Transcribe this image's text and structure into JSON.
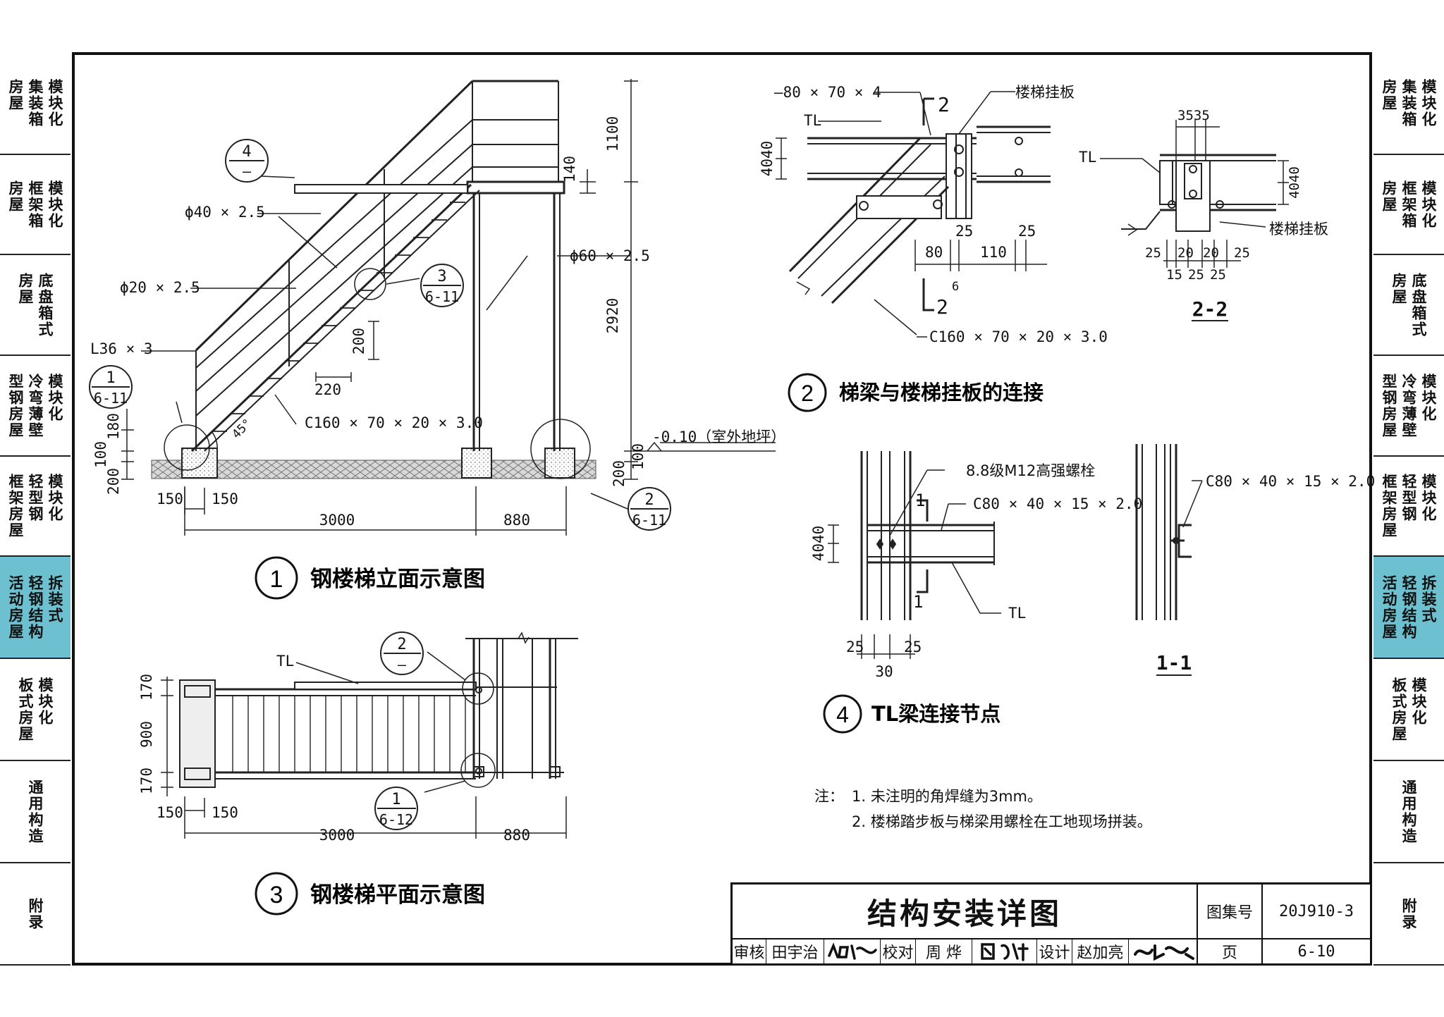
{
  "side_tabs": {
    "items": [
      {
        "lines": [
          "模块化",
          "集装箱",
          "房屋"
        ],
        "active": false
      },
      {
        "lines": [
          "模块化",
          "框架箱",
          "房屋"
        ],
        "active": false
      },
      {
        "lines": [
          "底盘箱式",
          "房屋"
        ],
        "active": false
      },
      {
        "lines": [
          "模块化",
          "冷弯薄壁",
          "型钢房屋"
        ],
        "active": false
      },
      {
        "lines": [
          "模块化",
          "轻型钢",
          "框架房屋"
        ],
        "active": false
      },
      {
        "lines": [
          "拆装式",
          "轻钢结构",
          "活动房屋"
        ],
        "active": true
      },
      {
        "lines": [
          "模块化",
          "板式房屋"
        ],
        "active": false
      },
      {
        "lines": [
          "通用构造"
        ],
        "active": false
      },
      {
        "lines": [
          "附录"
        ],
        "active": false
      }
    ],
    "active_color": "#6cc0cf"
  },
  "fig1": {
    "num": "1",
    "title": "钢楼梯立面示意图",
    "dim_1100": "1100",
    "dim_140": "140",
    "dim_2920": "2920",
    "dim_100": "100",
    "dim_200": "200",
    "dim_180": "180",
    "dim_150a": "150",
    "dim_150b": "150",
    "dim_3000": "3000",
    "dim_880": "880",
    "dim_200s": "200",
    "dim_220": "220",
    "angle": "45°",
    "level": "-0.10（室外地坪）",
    "lbl_phi40": "ϕ40 × 2.5",
    "lbl_phi20": "ϕ20 × 2.5",
    "lbl_phi60": "ϕ60 × 2.5",
    "lbl_L36": "L36 × 3",
    "lbl_C160": "C160 × 70 × 20 × 3.0",
    "ref4_top": "4",
    "ref4_bot": "—",
    "ref3_top": "3",
    "ref3_bot": "6-11",
    "ref1_top": "1",
    "ref1_bot": "6-11",
    "ref2_top": "2",
    "ref2_bot": "6-11"
  },
  "fig2": {
    "num": "2",
    "title": "梯梁与楼梯挂板的连接",
    "lbl_plate": "—80 × 70 × 4",
    "lbl_hanger": "楼梯挂板",
    "lbl_TL": "TL",
    "sec_top": "2",
    "sec_bot": "2",
    "sec_bot_sup": "6",
    "dim_4040": "4040",
    "dim_25a": "25",
    "dim_25b": "25",
    "dim_80": "80",
    "dim_110": "110",
    "lbl_C160": "C160 × 70 × 20 × 3.0"
  },
  "sec22": {
    "title": "2-2",
    "dim_3535": "3535",
    "dim_4040": "4040",
    "lbl_TL": "TL",
    "lbl_hanger": "楼梯挂板",
    "dims_row1": [
      "25",
      "20",
      "20",
      "25"
    ],
    "dims_row2": [
      "15",
      "25",
      "25"
    ]
  },
  "fig3": {
    "num": "3",
    "title": "钢楼梯平面示意图",
    "lbl_TL": "TL",
    "dim_170a": "170",
    "dim_900": "900",
    "dim_170b": "170",
    "dim_150a": "150",
    "dim_150b": "150",
    "dim_3000": "3000",
    "dim_880": "880",
    "ref2_top": "2",
    "ref2_bot": "—",
    "ref1_top": "1",
    "ref1_bot": "6-12"
  },
  "fig4": {
    "num": "4",
    "title": "TL梁连接节点",
    "lbl_bolt": "8.8级M12高强螺栓",
    "lbl_C80": "C80 × 40 × 15 × 2.0",
    "lbl_TL": "TL",
    "sec": "1",
    "dim_4040": "4040",
    "dim_25a": "25",
    "dim_25b": "25",
    "dim_30": "30"
  },
  "sec11": {
    "title": "1-1",
    "lbl_C80": "C80 × 40 × 15 × 2.0"
  },
  "notes": {
    "head": "注：",
    "n1": "1. 未注明的角焊缝为3mm。",
    "n2": "2. 楼梯踏步板与梯梁用螺栓在工地现场拼装。"
  },
  "titleblock": {
    "title": "结构安装详图",
    "atlas_label": "图集号",
    "atlas_no": "20J910-3",
    "review_label": "审核",
    "review_name": "田宇治",
    "check_label": "校对",
    "check_name": "周 烨",
    "design_label": "设计",
    "design_name": "赵加亮",
    "page_label": "页",
    "page_no": "6-10"
  }
}
